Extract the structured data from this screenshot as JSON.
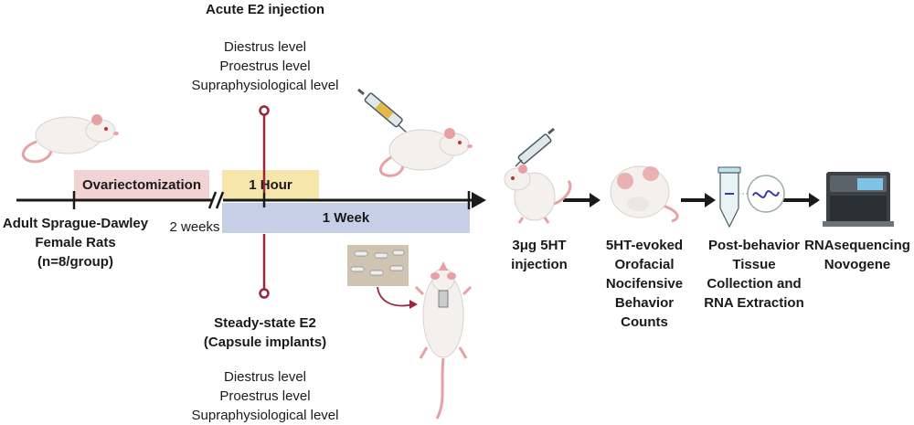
{
  "colors": {
    "ovx_box": "#f2d3d3",
    "hour_box": "#f6e6ac",
    "week_box": "#c7cfe7",
    "capsule_pin": "#96283f",
    "arrow": "#1a1a1a",
    "mouse_body": "#f3f0ee",
    "mouse_pink": "#e7a1a4"
  },
  "timeline": {
    "ovx_label": "Ovariectomization",
    "gap_label": "2 weeks",
    "hour_label": "1 Hour",
    "week_label": "1 Week"
  },
  "animals": {
    "l1": "Adult Sprague-Dawley",
    "l2": "Female Rats",
    "l3": "(n=8/group)"
  },
  "acute": {
    "title": "Acute E2 injection",
    "levels": [
      "Diestrus level",
      "Proestrus level",
      "Supraphysiological level"
    ]
  },
  "steady": {
    "title1": "Steady-state E2",
    "title2": "(Capsule implants)",
    "levels": [
      "Diestrus level",
      "Proestrus level",
      "Supraphysiological level"
    ]
  },
  "steps": {
    "injection": [
      "3μg 5HT",
      "injection"
    ],
    "behavior": [
      "5HT-evoked",
      "Orofacial",
      "Nocifensive",
      "Behavior",
      "Counts"
    ],
    "collection": [
      "Post-behavior",
      "Tissue",
      "Collection and",
      "RNA Extraction"
    ],
    "sequencing": [
      "RNAsequencing",
      "Novogene"
    ]
  },
  "icons": [
    "rat-icon",
    "syringe-icon",
    "capsules-icon",
    "implanted-rat-icon",
    "curled-rat-icon",
    "tube-icon",
    "rna-icon",
    "sequencer-icon"
  ]
}
